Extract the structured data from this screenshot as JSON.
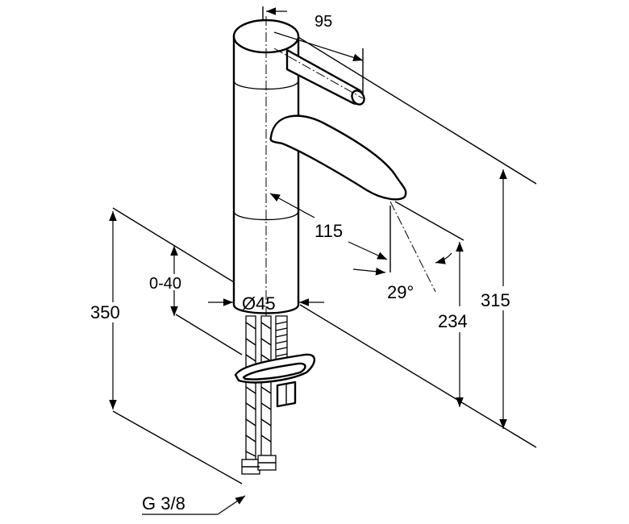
{
  "dimensions": {
    "depth_lever": "95",
    "spout_reach": "115",
    "adjust_range": "0-40",
    "diameter": "Ø45",
    "total_height": "350",
    "spout_height": "234",
    "body_height": "315",
    "angle": "29°",
    "thread": "G 3/8"
  }
}
